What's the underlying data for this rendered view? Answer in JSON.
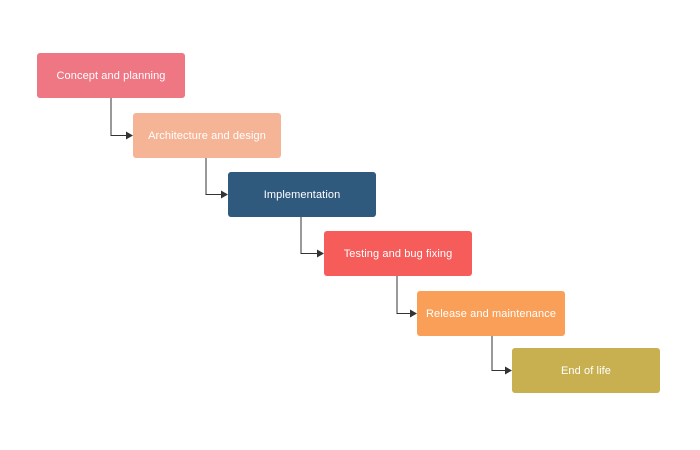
{
  "steps": [
    {
      "label": "Concept and planning",
      "color": "#EF7683"
    },
    {
      "label": "Architecture and design",
      "color": "#F6B496"
    },
    {
      "label": "Implementation",
      "color": "#2F5A7E"
    },
    {
      "label": "Testing and bug fixing",
      "color": "#F65C59"
    },
    {
      "label": "Release and maintenance",
      "color": "#F99F58"
    },
    {
      "label": "End of life",
      "color": "#C8B050"
    }
  ],
  "connector_color": "#333333"
}
